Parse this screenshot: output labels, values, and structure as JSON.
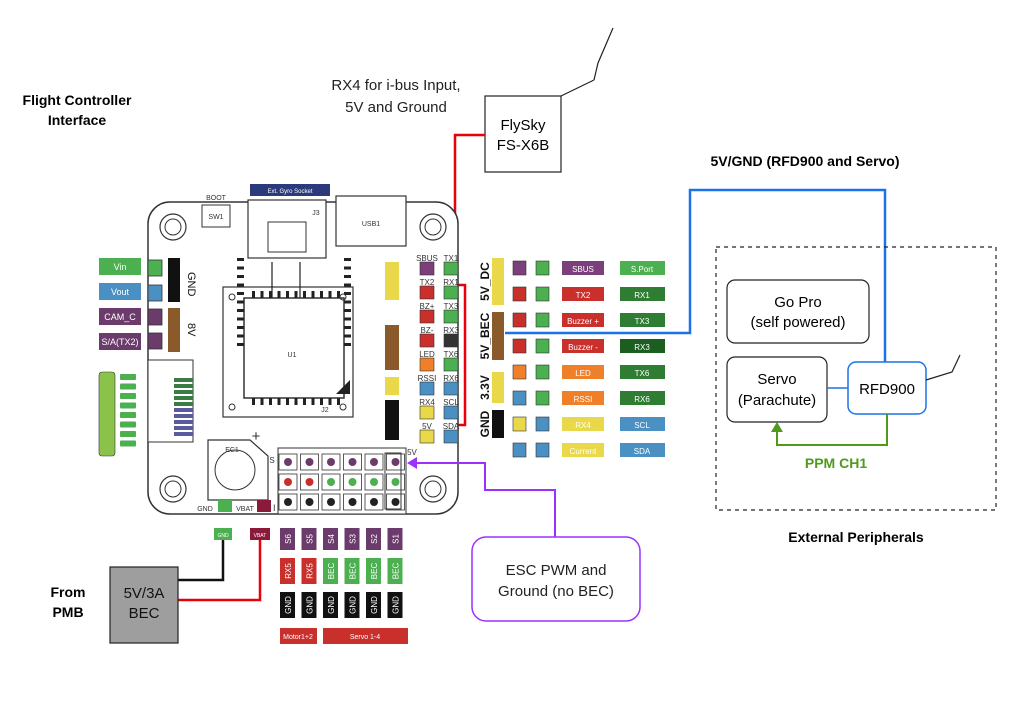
{
  "title": [
    "Flight Controller",
    "Interface"
  ],
  "rx_note": [
    "RX4 for i-bus Input,",
    "5V and Ground"
  ],
  "flysky": [
    "FlySky",
    "FS-X6B"
  ],
  "rfd_wire_label": "5V/GND (RFD900 and Servo)",
  "gopro": [
    "Go Pro",
    "(self powered)"
  ],
  "servo": [
    "Servo",
    "(Parachute)"
  ],
  "rfd900": "RFD900",
  "ppm": "PPM CH1",
  "external": "External Peripherals",
  "from_pmb": [
    "From",
    "PMB"
  ],
  "bec": [
    "5V/3A",
    "BEC"
  ],
  "esc": [
    "ESC PWM and",
    "Ground (no BEC)"
  ],
  "board": {
    "boot": "BOOT",
    "sw1": "SW1",
    "gyro_socket": "Ext. Gyro Socket",
    "j3": "J3",
    "usb1": "USB1",
    "u1": "U1",
    "j2": "J2",
    "ec1": "EC1",
    "gnd": "GND",
    "vbat": "VBAT",
    "s_mark": "S",
    "five_v": "5V",
    "side_gnd": "GND",
    "side_8v": "8V"
  },
  "left_pins": [
    "Vin",
    "Vout",
    "CAM_C",
    "S/A(TX2)"
  ],
  "right_board_labels": [
    "SBUS",
    "TX1",
    "TX2",
    "RX1",
    "BZ+",
    "TX3",
    "BZ-",
    "RX3",
    "LED",
    "TX6",
    "RSSI",
    "RX6",
    "RX4",
    "SCL",
    "5V",
    "SDA"
  ],
  "power_rails": [
    "5V_DC",
    "5V_BEC",
    "3.3V",
    "GND"
  ],
  "signal_labels": [
    "SBUS",
    "TX2",
    "Buzzer +",
    "Buzzer -",
    "LED",
    "RSSI",
    "RX4",
    "Current"
  ],
  "uart_labels": [
    "S.Port",
    "RX1",
    "TX3",
    "RX3",
    "TX6",
    "RX6",
    "SCL",
    "SDA"
  ],
  "motor_header": [
    "S6",
    "S5",
    "S4",
    "S3",
    "S2",
    "S1"
  ],
  "motor_uart": [
    "RX5",
    "RX5",
    "BEC",
    "BEC",
    "BEC",
    "BEC"
  ],
  "motor_gnd": [
    "GND",
    "GND",
    "GND",
    "GND",
    "GND",
    "GND"
  ],
  "motor_groups": [
    "Motor1+2",
    "Servo 1-4"
  ],
  "small_labels": [
    "GND",
    "VBAT"
  ],
  "colors": {
    "red_wire": "#e8000b",
    "blue_wire": "#1a73e8",
    "purple_wire": "#9b30ff",
    "ppm_green": "#4f9a1a",
    "pin_green": "#4caf50",
    "pin_blue": "#4a90c2",
    "pin_purple": "#7b3f7b",
    "pin_red": "#c9302c",
    "pin_orange": "#f07f2a",
    "pin_yellow": "#e8d84a"
  }
}
